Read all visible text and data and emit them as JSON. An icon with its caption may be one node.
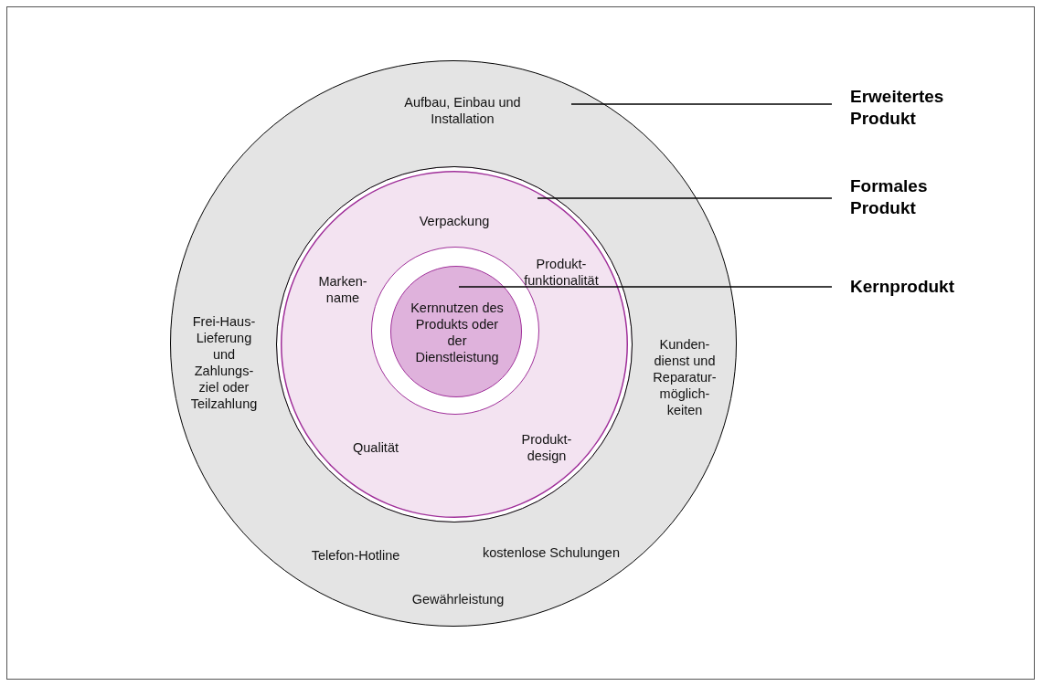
{
  "diagram": {
    "nodes": [
      {
        "text": [
          "Aufbau, Einbau und Installation",
          "Frei-Haus-Lieferung und Zahlungs-ziel oder Teilzahlung",
          "Kunden-dienst und Reparatur-möglich-keiten",
          "Telefon-Hotline",
          "kostenlose Schulungen",
          "Gewährleistung"
        ]
      },
      {
        "text": [
          "Verpackung",
          "Marken-name",
          "Produkt-funktionalität",
          "Qualität",
          "Produkt-design"
        ],
        "in": 0
      },
      {
        "text": [],
        "shape": "circle",
        "in": 1
      },
      {
        "text": [
          "Kernnutzen des Produkts oder der Dienstleistung"
        ],
        "in": 2
      },
      {
        "text": [
          "Erweitertes Produkt"
        ]
      },
      {
        "text": [
          "Formales Produkt"
        ]
      },
      {
        "text": [
          "Kernprodukt"
        ]
      }
    ],
    "edges": [
      {
        "from": 4,
        "to": 0,
        "arrow": "none"
      },
      {
        "from": 5,
        "to": 1,
        "arrow": "none"
      },
      {
        "from": 6,
        "to": 3,
        "arrow": "none"
      }
    ]
  }
}
